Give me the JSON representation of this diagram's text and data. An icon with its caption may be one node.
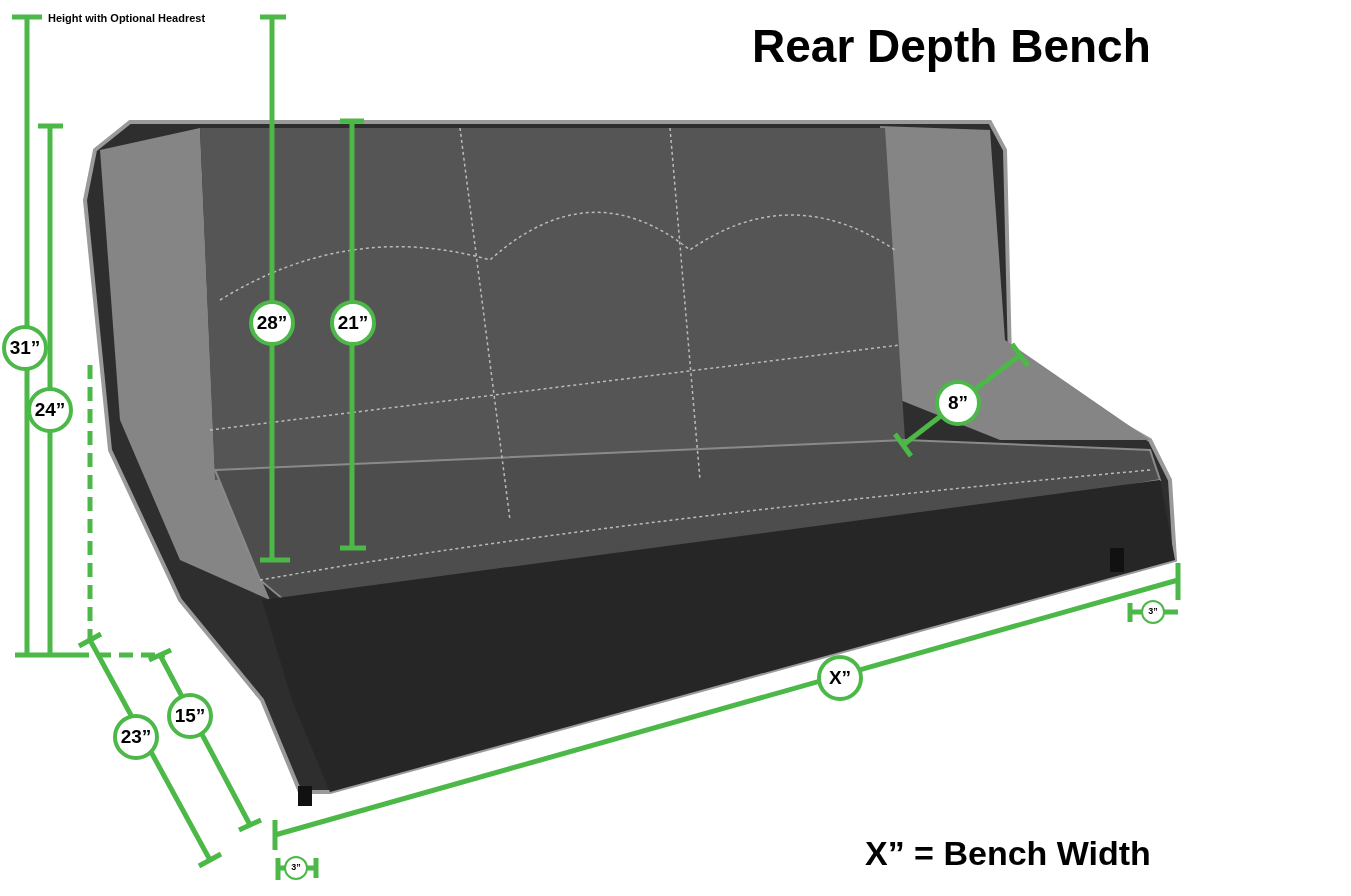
{
  "diagram": {
    "title": "Rear Depth Bench",
    "labels": [
      "Height with Optional Headrest",
      "31”",
      "24”",
      "28”",
      "21”",
      "8”",
      "3”",
      "X”",
      "15”",
      "23”",
      "3”",
      "X” = Bench Width"
    ]
  }
}
